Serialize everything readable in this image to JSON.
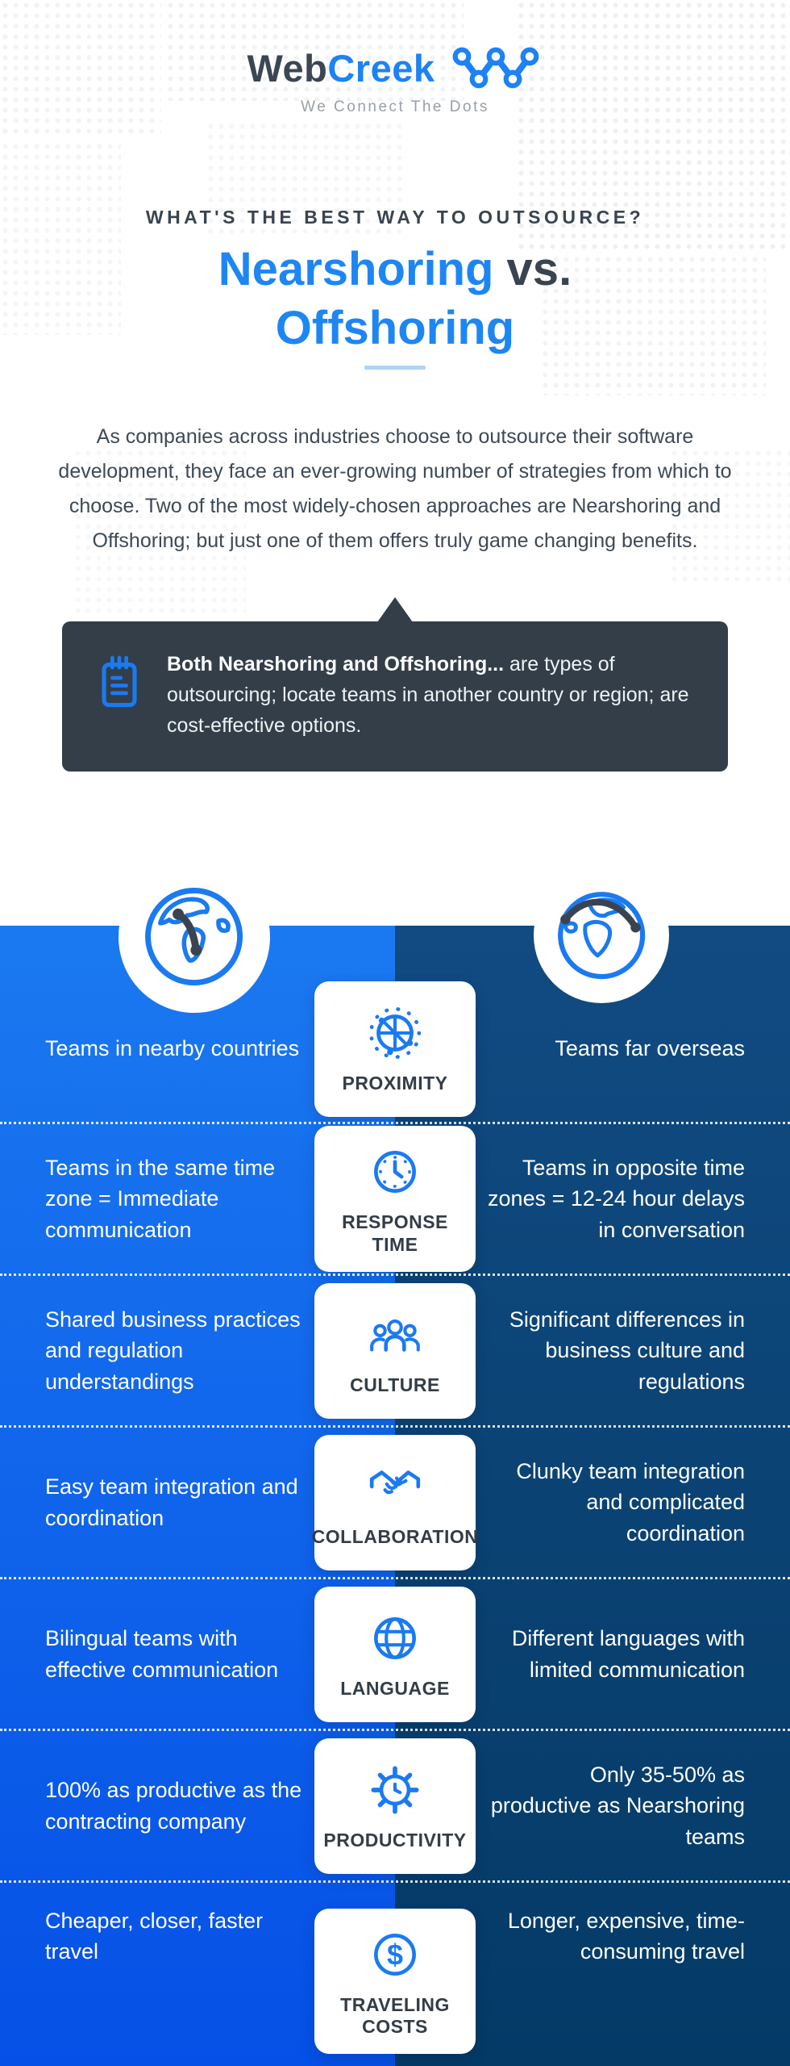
{
  "brand": {
    "name_primary": "Web",
    "name_secondary": "Creek",
    "logo_mark": "webcreek-w-dots-icon",
    "tagline": "We Connect The Dots"
  },
  "header": {
    "eyebrow": "WHAT'S THE BEST WAY TO OUTSOURCE?",
    "title_word1": "Nearshoring",
    "title_vs": " vs.",
    "title_word2": "Offshoring",
    "intro": "As companies across industries choose to  outsource their software development,  they face an ever-growing number of strategies from which to choose. Two of  the most widely-chosen approaches are Nearshoring and Offshoring; but just one  of them offers truly game changing  benefits.",
    "callout_icon": "notepad-icon",
    "callout_bold": "Both Nearshoring and  Offshoring... ",
    "callout_rest": "are types of outsourcing;  locate teams in another country or region; are cost-effective options."
  },
  "comparison": {
    "left_globe": "globe-americas-short-route-icon",
    "right_globe": "globe-overseas-long-route-icon",
    "rows": [
      {
        "category": "PROXIMITY",
        "icon": "proximity-icon",
        "nearshoring": "Teams in nearby countries",
        "offshoring": "Teams far overseas"
      },
      {
        "category": "RESPONSE TIME",
        "icon": "response-time-icon",
        "nearshoring": "Teams in the same time zone = Immediate communication",
        "offshoring": "Teams in opposite time zones  = 12-24 hour  delays in conversation"
      },
      {
        "category": "CULTURE",
        "icon": "culture-icon",
        "nearshoring": "Shared business practices and regulation understandings",
        "offshoring": "Significant differences in business culture and regulations"
      },
      {
        "category": "COLLABORATION",
        "icon": "collaboration-icon",
        "nearshoring": "Easy team integration and coordination",
        "offshoring": "Clunky team integration and complicated coordination"
      },
      {
        "category": "LANGUAGE",
        "icon": "language-icon",
        "nearshoring": "Bilingual teams with effective communication",
        "offshoring": "Different languages with limited communication"
      },
      {
        "category": "PRODUCTIVITY",
        "icon": "productivity-icon",
        "nearshoring": "100% as productive as  the contracting company",
        "offshoring": "Only 35-50% as productive as Nearshoring teams"
      },
      {
        "category": "TRAVELING COSTS",
        "icon": "traveling-costs-icon",
        "nearshoring": "Cheaper, closer, faster travel",
        "offshoring": "Longer, expensive, time-consuming travel"
      }
    ]
  },
  "colors": {
    "brand_blue": "#1B7AF0",
    "title_blue": "#1E86F3",
    "dark_slate": "#333E48",
    "divider_light_blue": "#AFD3F4",
    "nearshoring_gradient_top": "#1B79F0",
    "nearshoring_gradient_bottom": "#0550E6",
    "offshoring_gradient_top": "#114B82",
    "offshoring_gradient_bottom": "#043A66"
  }
}
